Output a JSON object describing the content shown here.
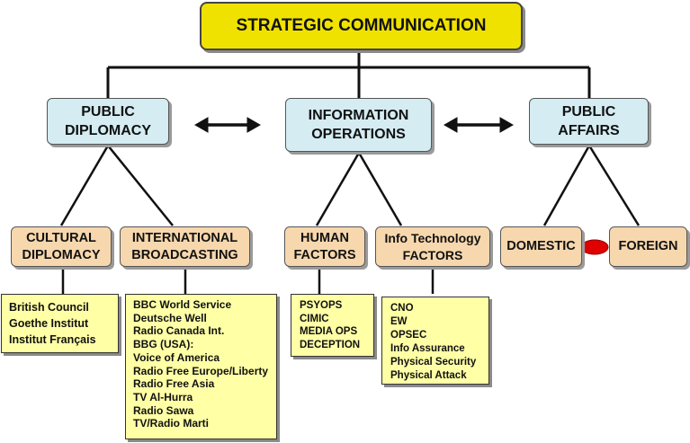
{
  "root": {
    "label": "STRATEGIC COMMUNICATION"
  },
  "branches": {
    "public_diplomacy": {
      "line1": "PUBLIC",
      "line2": "DIPLOMACY"
    },
    "information_operations": {
      "line1": "INFORMATION",
      "line2": "OPERATIONS"
    },
    "public_affairs": {
      "line1": "PUBLIC",
      "line2": "AFFAIRS"
    }
  },
  "sub": {
    "cultural_diplomacy": {
      "line1": "CULTURAL",
      "line2": "DIPLOMACY"
    },
    "international_broadcasting": {
      "line1": "INTERNATIONAL",
      "line2": "BROADCASTING"
    },
    "human_factors": {
      "line1": "HUMAN",
      "line2": "FACTORS"
    },
    "info_technology_factors": {
      "line1": "Info Technology",
      "line2": "FACTORS"
    },
    "domestic": {
      "label": "DOMESTIC"
    },
    "foreign": {
      "label": "FOREIGN"
    }
  },
  "lists": {
    "cultural_diplomacy": [
      "British Council",
      "Goethe Institut",
      "Institut Français"
    ],
    "international_broadcasting": [
      "BBC World Service",
      "Deutsche Well",
      "Radio Canada Int.",
      "BBG (USA):",
      "Voice of America",
      "Radio Free Europe/Liberty",
      "Radio Free Asia",
      "TV Al-Hurra",
      "Radio Sawa",
      "TV/Radio Marti"
    ],
    "human_factors": [
      "PSYOPS",
      "CIMIC",
      "MEDIA OPS",
      "DECEPTION"
    ],
    "info_technology_factors": [
      "CNO",
      "EW",
      "OPSEC",
      "Info Assurance",
      "Physical Security",
      "Physical Attack"
    ]
  },
  "colors": {
    "root_fill": "#f0e200",
    "level1_fill": "#d4ecf2",
    "level2_fill": "#f7d7ad",
    "list_fill": "#ffffa6",
    "link_oval": "#e00000"
  }
}
